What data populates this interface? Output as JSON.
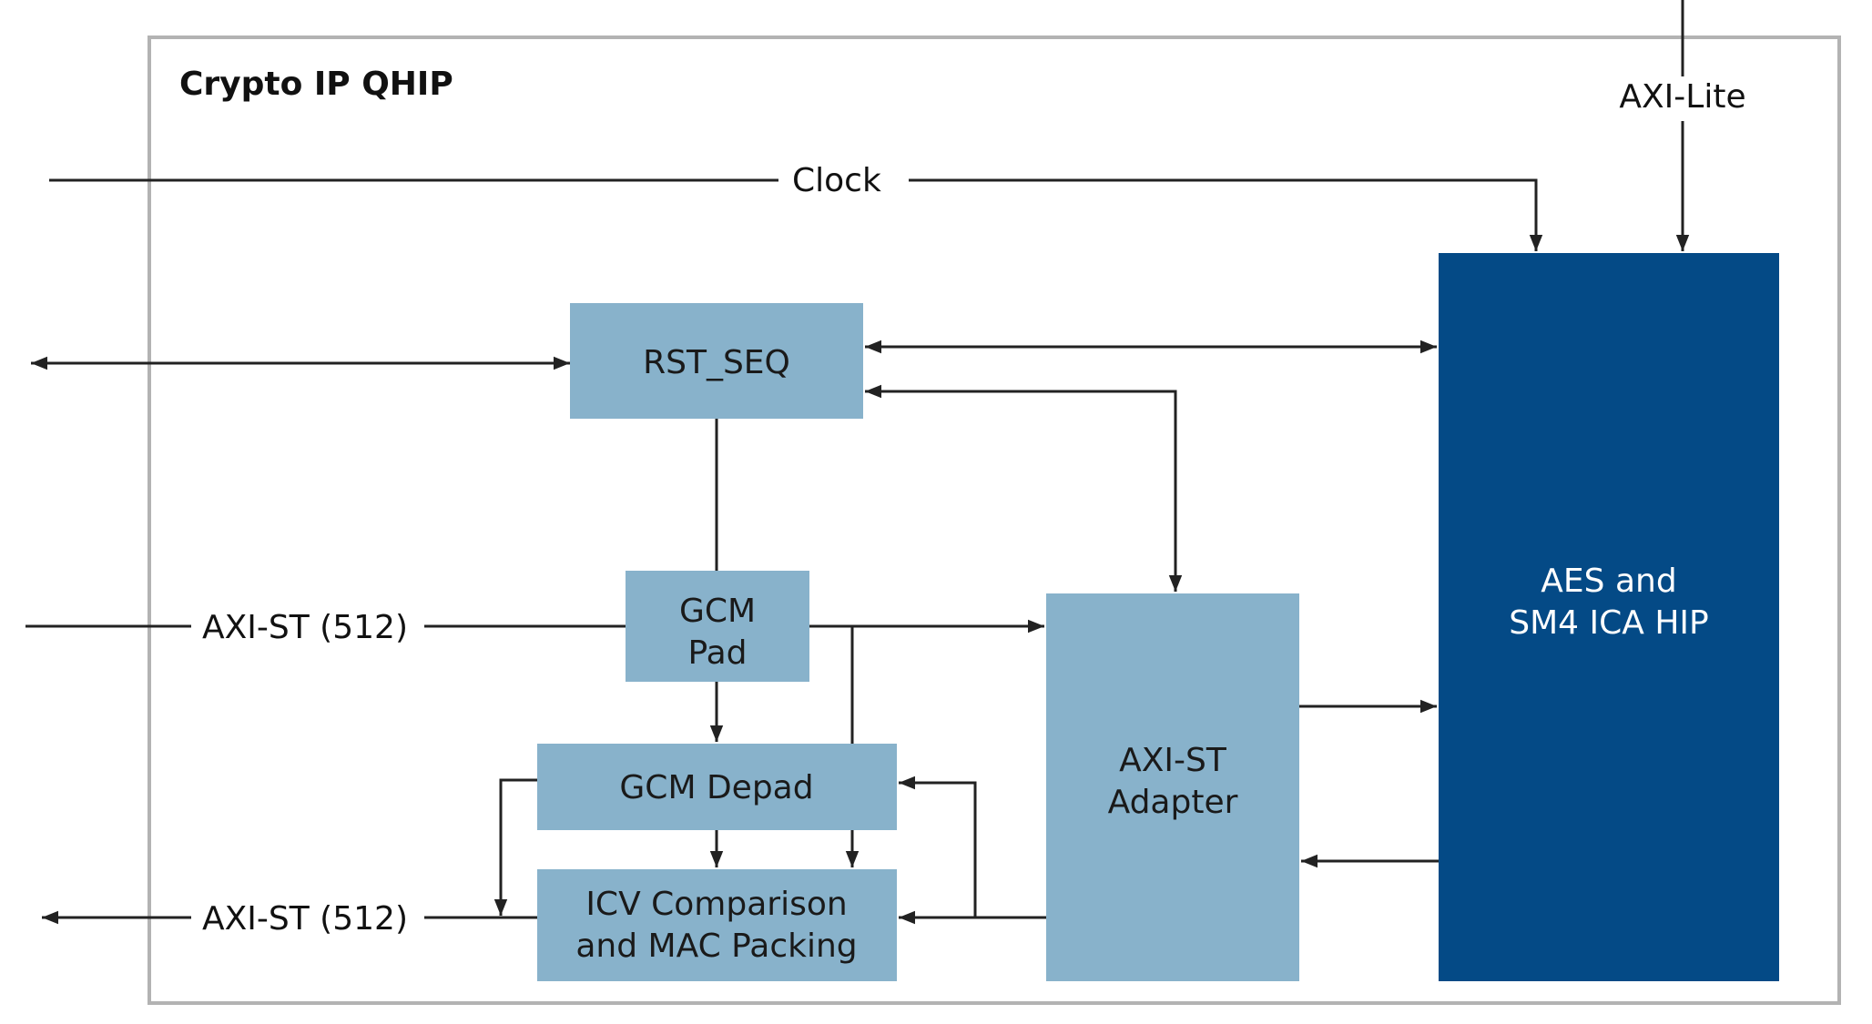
{
  "diagram": {
    "title": "Crypto IP QHIP",
    "colors": {
      "container_border": "#b3b3b3",
      "light_block": "#88b2cb",
      "dark_block": "#044a86",
      "wire": "#222222"
    },
    "signals": {
      "clock": "Clock",
      "axi_lite": "AXI-Lite",
      "axi_st_in": "AXI-ST (512)",
      "axi_st_out": "AXI-ST (512)"
    },
    "blocks": {
      "rst_seq": {
        "lines": [
          "RST_SEQ"
        ]
      },
      "gcm_pad": {
        "lines": [
          "GCM",
          "Pad"
        ]
      },
      "gcm_depad": {
        "lines": [
          "GCM Depad"
        ]
      },
      "icv": {
        "lines": [
          "ICV Comparison",
          "and MAC Packing"
        ]
      },
      "adapter": {
        "lines": [
          "AXI-ST",
          "Adapter"
        ]
      },
      "aes_hip": {
        "lines": [
          "AES and",
          "SM4 ICA HIP"
        ]
      }
    }
  }
}
